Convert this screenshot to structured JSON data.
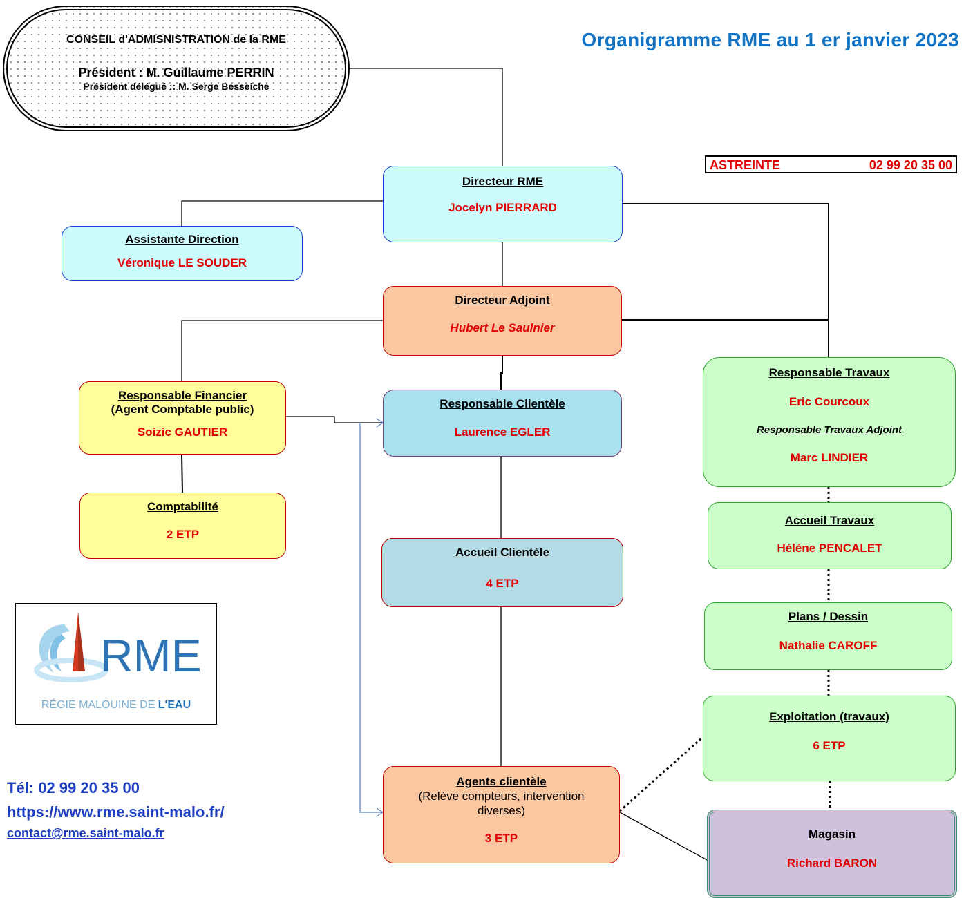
{
  "title": "Organigramme RME au 1 er janvier 2023",
  "council": {
    "heading": "CONSEIL d'ADMISNISTRATION   de la RME",
    "president": "Président : M. Guillaume PERRIN",
    "delegate": "Président délégué :: M. Serge Besseiche"
  },
  "astreinte": {
    "label": "ASTREINTE",
    "phone": "02 99 20 35 00"
  },
  "nodes": {
    "directeur": {
      "title": "Directeur RME",
      "name": "Jocelyn PIERRARD"
    },
    "assistante": {
      "title": "Assistante Direction",
      "name": "Véronique  LE SOUDER"
    },
    "adjoint": {
      "title": "Directeur Adjoint",
      "name": "Hubert Le Saulnier"
    },
    "financier": {
      "title": "Responsable Financier",
      "subtitle": "(Agent Comptable public)",
      "name": "Soizic GAUTIER"
    },
    "comptabilite": {
      "title": "Comptabilité",
      "name": "2 ETP"
    },
    "clientele": {
      "title": "Responsable Clientèle",
      "name": "Laurence EGLER"
    },
    "accueil_clientele": {
      "title": "Accueil Clientèle",
      "name": "4 ETP"
    },
    "agents": {
      "title": "Agents clientèle",
      "desc1": "(Relève compteurs, intervention",
      "desc2": "diverses)",
      "name": "3 ETP"
    },
    "travaux": {
      "title": "Responsable Travaux",
      "name": "Eric Courcoux",
      "subtitle": "Responsable Travaux Adjoint",
      "name2": "Marc LINDIER"
    },
    "accueil_travaux": {
      "title": "Accueil Travaux",
      "name": "Héléne PENCALET"
    },
    "plans": {
      "title": "Plans / Dessin",
      "name": "Nathalie CAROFF"
    },
    "exploitation": {
      "title": "Exploitation (travaux)",
      "name": "6 ETP"
    },
    "magasin": {
      "title": "Magasin",
      "name": "Richard BARON"
    }
  },
  "logo": {
    "brand": "RME",
    "text_a": "RÉGIE MALOUINE DE ",
    "text_b": "L'EAU"
  },
  "contact": {
    "phone": "Tél: 02 99 20 35 00",
    "website": "https://www.rme.saint-malo.fr/",
    "email": "contact@rme.saint-malo.fr"
  }
}
